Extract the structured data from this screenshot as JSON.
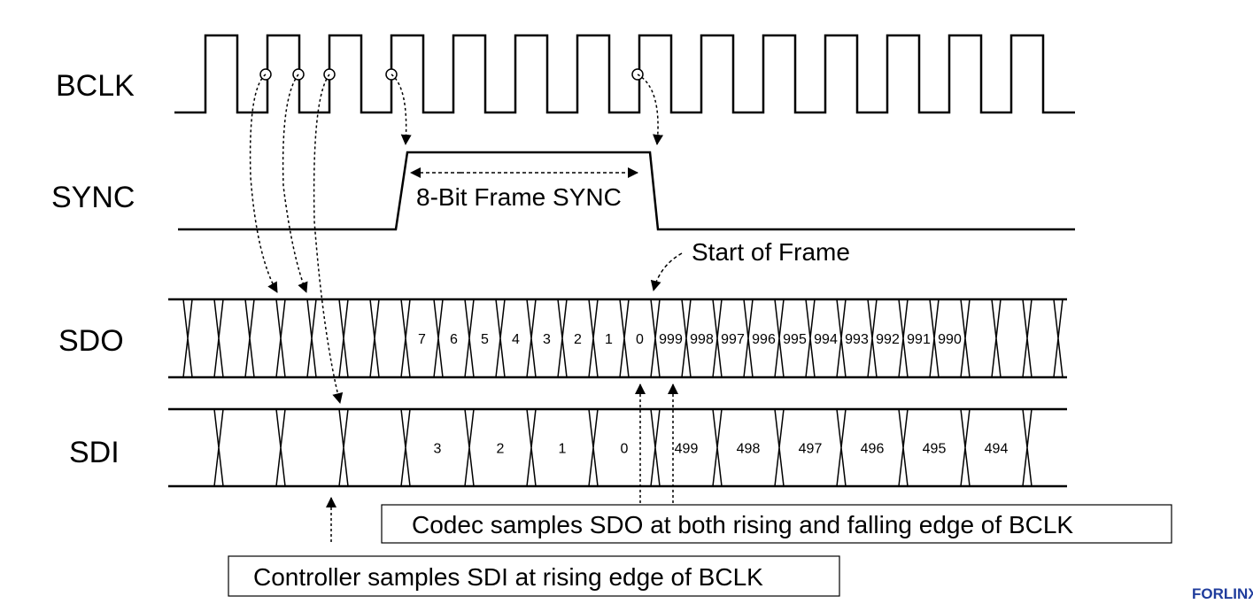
{
  "signals": {
    "bclk": "BCLK",
    "sync": "SYNC",
    "sdo": "SDO",
    "sdi": "SDI"
  },
  "annotations": {
    "frame_sync": "8-Bit Frame SYNC",
    "start_of_frame": "Start of Frame",
    "codec_note": "Codec samples SDO at both rising and falling edge of BCLK",
    "controller_note": "Controller samples SDI at rising edge of BCLK"
  },
  "sdo_values": [
    "7",
    "6",
    "5",
    "4",
    "3",
    "2",
    "1",
    "0",
    "999",
    "998",
    "997",
    "996",
    "995",
    "994",
    "993",
    "992",
    "991",
    "990"
  ],
  "sdi_values": [
    "3",
    "2",
    "1",
    "0",
    "499",
    "498",
    "497",
    "496",
    "495",
    "494"
  ],
  "watermark": "FORLINX",
  "colors": {
    "line": "#000000",
    "watermark": "#1f3c9c"
  }
}
